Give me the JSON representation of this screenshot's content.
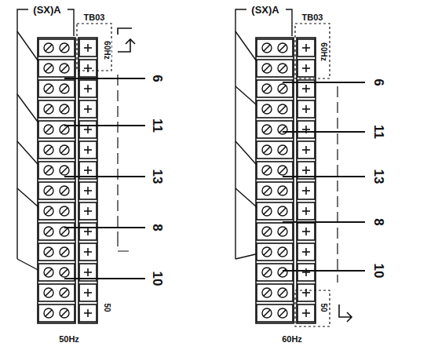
{
  "diagram": {
    "labels": [
      "(SX)A",
      "TB03",
      "60Hz",
      "6",
      "11",
      "13",
      "8",
      "10",
      "50",
      "50Hz",
      "(SX)A",
      "TB03",
      "60Hz",
      "6",
      "11",
      "13",
      "8",
      "10",
      "50",
      "60Hz"
    ]
  }
}
